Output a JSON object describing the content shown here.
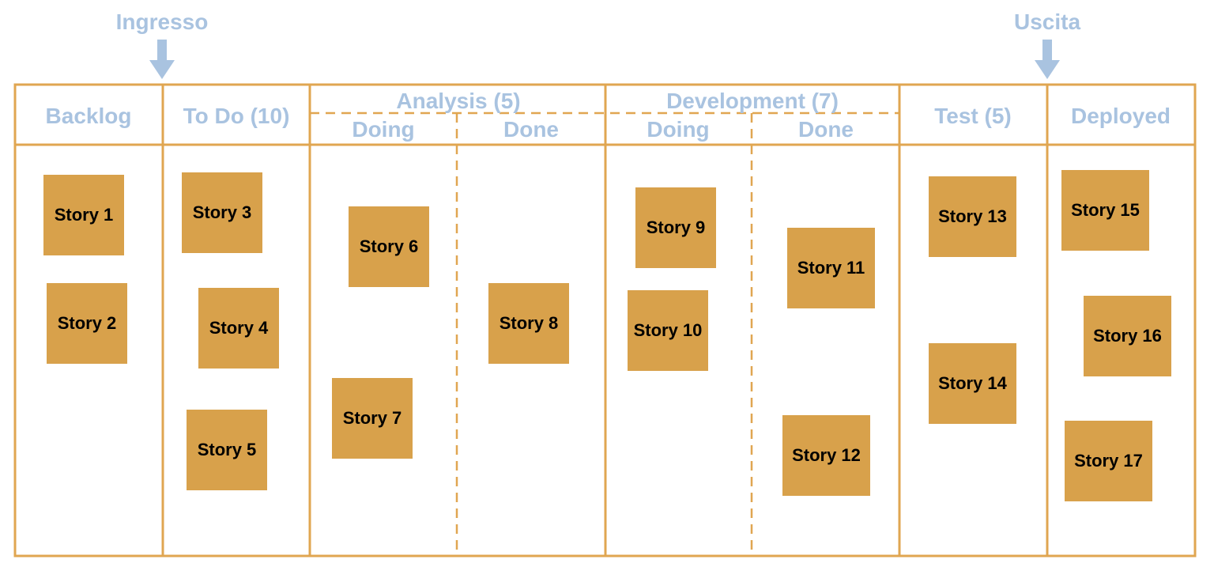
{
  "entry_label": "Ingresso",
  "exit_label": "Uscita",
  "headers": {
    "backlog": "Backlog",
    "todo": "To Do (10)",
    "analysis": "Analysis (5)",
    "analysis_doing": "Doing",
    "analysis_done": "Done",
    "development": "Development (7)",
    "development_doing": "Doing",
    "development_done": "Done",
    "test": "Test (5)",
    "deployed": "Deployed"
  },
  "colors": {
    "border": "#e0a651",
    "header_text": "#a9c3e0",
    "sticky": "#d8a14b",
    "arrow": "#a9c3e0"
  },
  "stories": [
    {
      "label": "Story 1",
      "column": "Backlog"
    },
    {
      "label": "Story 2",
      "column": "Backlog"
    },
    {
      "label": "Story 3",
      "column": "To Do"
    },
    {
      "label": "Story 4",
      "column": "To Do"
    },
    {
      "label": "Story 5",
      "column": "To Do"
    },
    {
      "label": "Story 6",
      "column": "Analysis Doing"
    },
    {
      "label": "Story 7",
      "column": "Analysis Doing"
    },
    {
      "label": "Story 8",
      "column": "Analysis Done"
    },
    {
      "label": "Story 9",
      "column": "Development Doing"
    },
    {
      "label": "Story 10",
      "column": "Development Doing"
    },
    {
      "label": "Story 11",
      "column": "Development Done"
    },
    {
      "label": "Story 12",
      "column": "Development Done"
    },
    {
      "label": "Story 13",
      "column": "Test"
    },
    {
      "label": "Story 14",
      "column": "Test"
    },
    {
      "label": "Story 15",
      "column": "Deployed"
    },
    {
      "label": "Story 16",
      "column": "Deployed"
    },
    {
      "label": "Story 17",
      "column": "Deployed"
    }
  ]
}
